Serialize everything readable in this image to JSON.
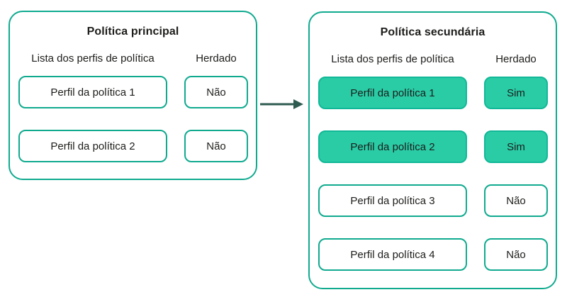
{
  "diagram": {
    "panels": [
      {
        "title": "Política principal",
        "profiles_header": "Lista dos perfis de política",
        "inherited_header": "Herdado",
        "rows": [
          {
            "profile": "Perfil da política 1",
            "inherited": "Não",
            "highlighted": false
          },
          {
            "profile": "Perfil da política 2",
            "inherited": "Não",
            "highlighted": false
          }
        ]
      },
      {
        "title": "Política secundária",
        "profiles_header": "Lista dos perfis de política",
        "inherited_header": "Herdado",
        "rows": [
          {
            "profile": "Perfil da política 1",
            "inherited": "Sim",
            "highlighted": true
          },
          {
            "profile": "Perfil da política 2",
            "inherited": "Sim",
            "highlighted": true
          },
          {
            "profile": "Perfil da política 3",
            "inherited": "Não",
            "highlighted": false
          },
          {
            "profile": "Perfil da política 4",
            "inherited": "Não",
            "highlighted": false
          }
        ]
      }
    ],
    "colors": {
      "accent": "#10AA8F",
      "highlight_fill": "#2ACCA6",
      "arrow": "#2E5B50",
      "text": "#1D1D1B"
    }
  }
}
